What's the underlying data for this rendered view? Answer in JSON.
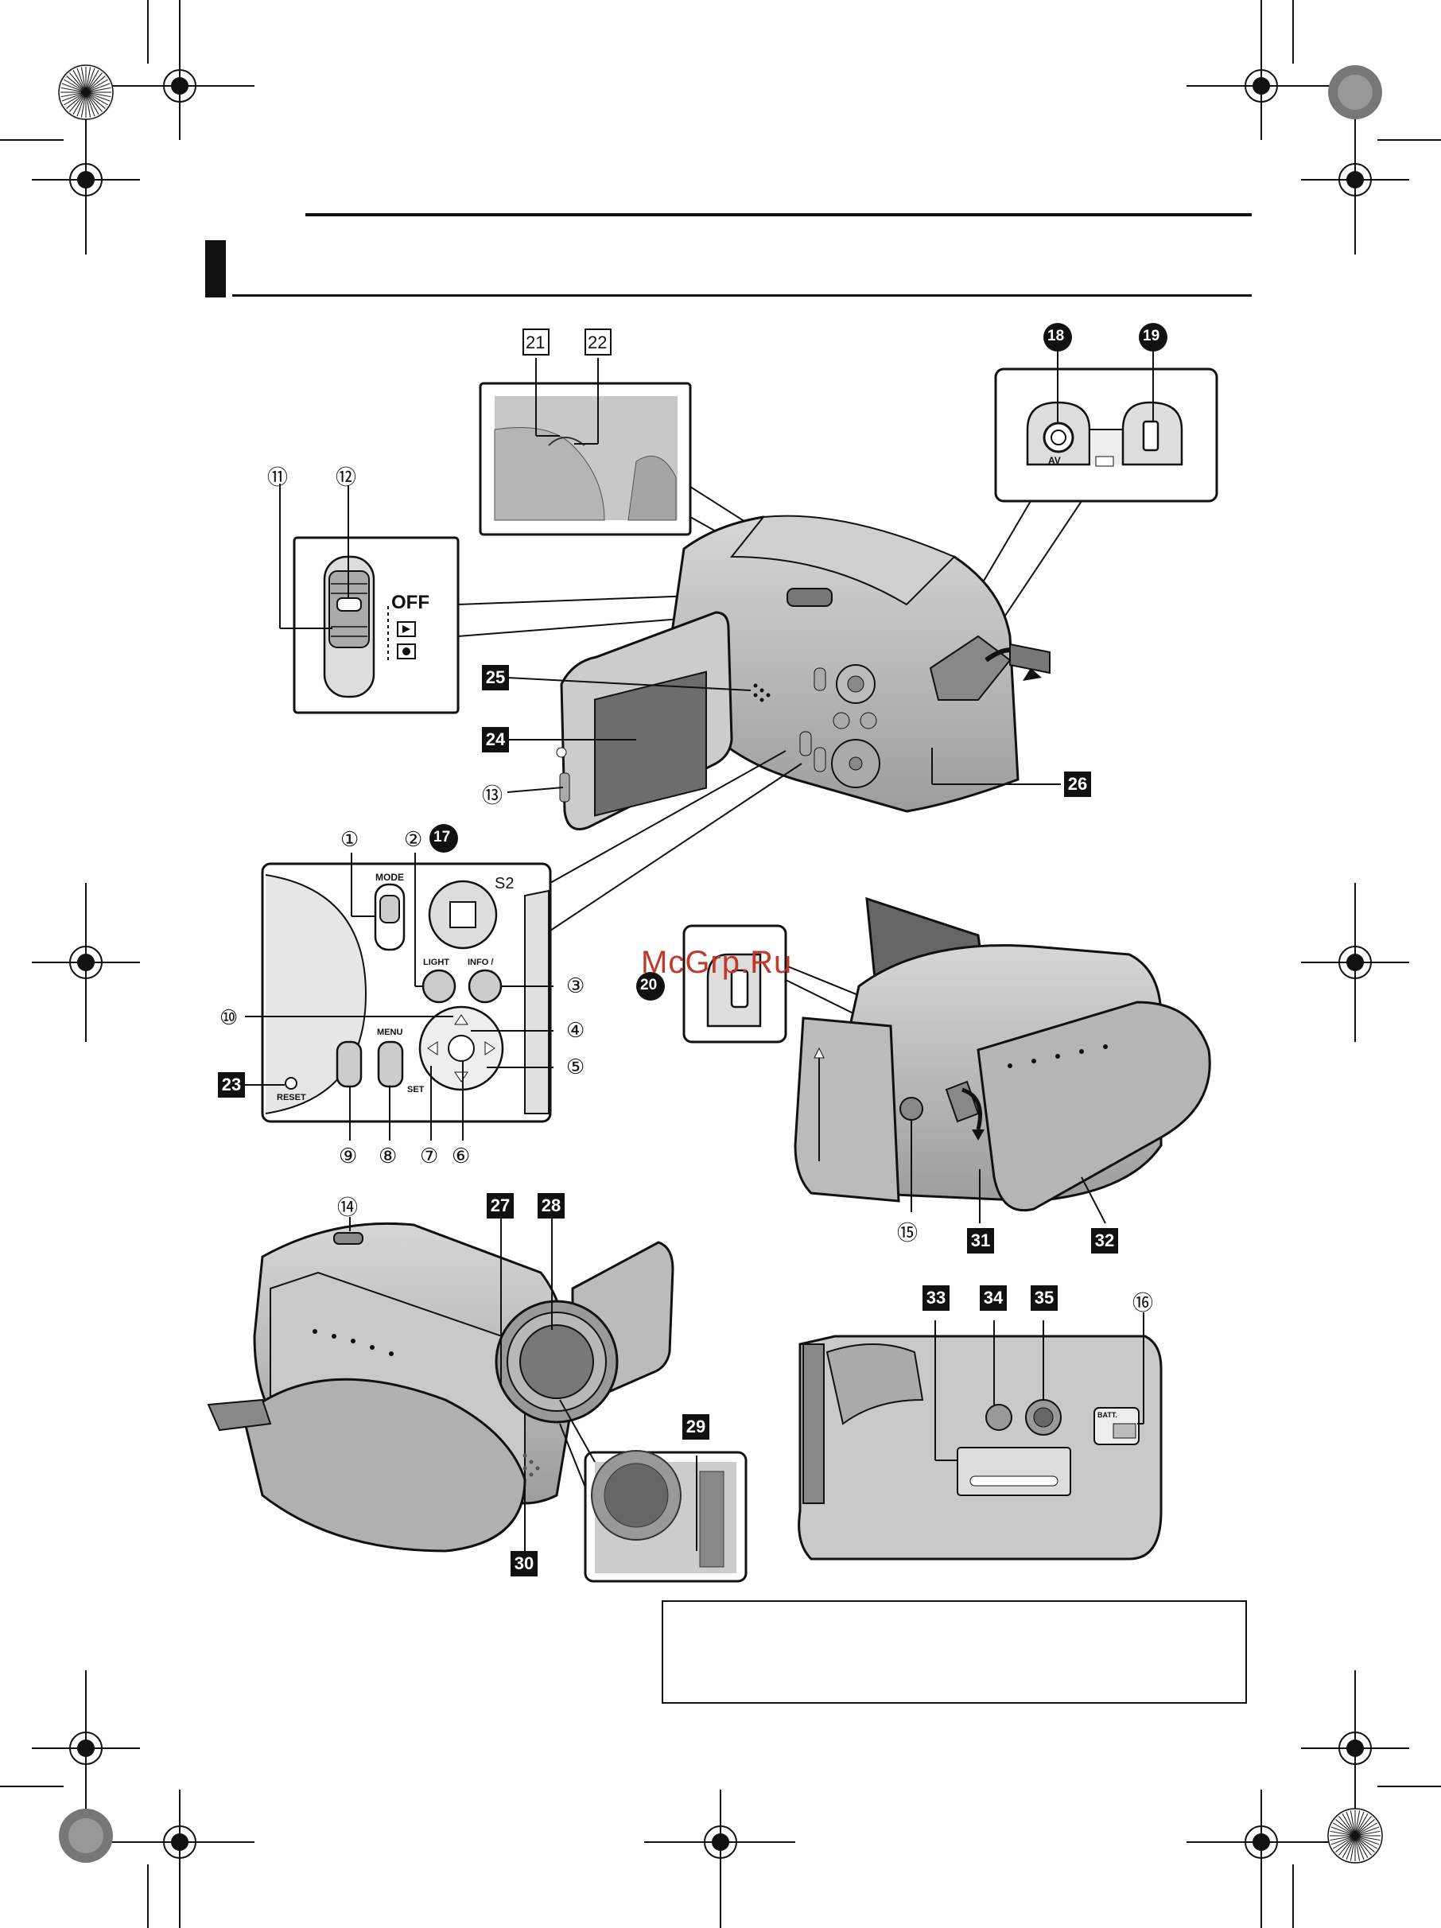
{
  "watermark": "McGrp.Ru",
  "callouts": {
    "c1": "①",
    "c2": "②",
    "c3": "③",
    "c4": "④",
    "c5": "⑤",
    "c6": "⑥",
    "c7": "⑦",
    "c8": "⑧",
    "c9": "⑨",
    "c10": "⑩",
    "c11": "⑪",
    "c12": "⑫",
    "c13": "⑬",
    "c14": "⑭",
    "c15": "⑮",
    "c16": "⑯",
    "c17": "17",
    "c18": "18",
    "c19": "19",
    "c20": "20",
    "c21": "21",
    "c22": "22",
    "c23": "23",
    "c24": "24",
    "c25": "25",
    "c26": "26",
    "c27": "27",
    "c28": "28",
    "c29": "29",
    "c30": "30",
    "c31": "31",
    "c32": "32",
    "c33": "33",
    "c34": "34",
    "c35": "35"
  },
  "labels": {
    "off": "OFF",
    "mode": "MODE",
    "s2": "S2",
    "light": "LIGHT",
    "info": "INFO /",
    "menu": "MENU",
    "set": "SET",
    "reset": "RESET",
    "av": "AV",
    "batt": "BATT."
  },
  "colors": {
    "camera_body": "#bdbdbd",
    "camera_dark": "#8a8a8a",
    "screen": "#6d6d6d",
    "ink": "#111111"
  }
}
